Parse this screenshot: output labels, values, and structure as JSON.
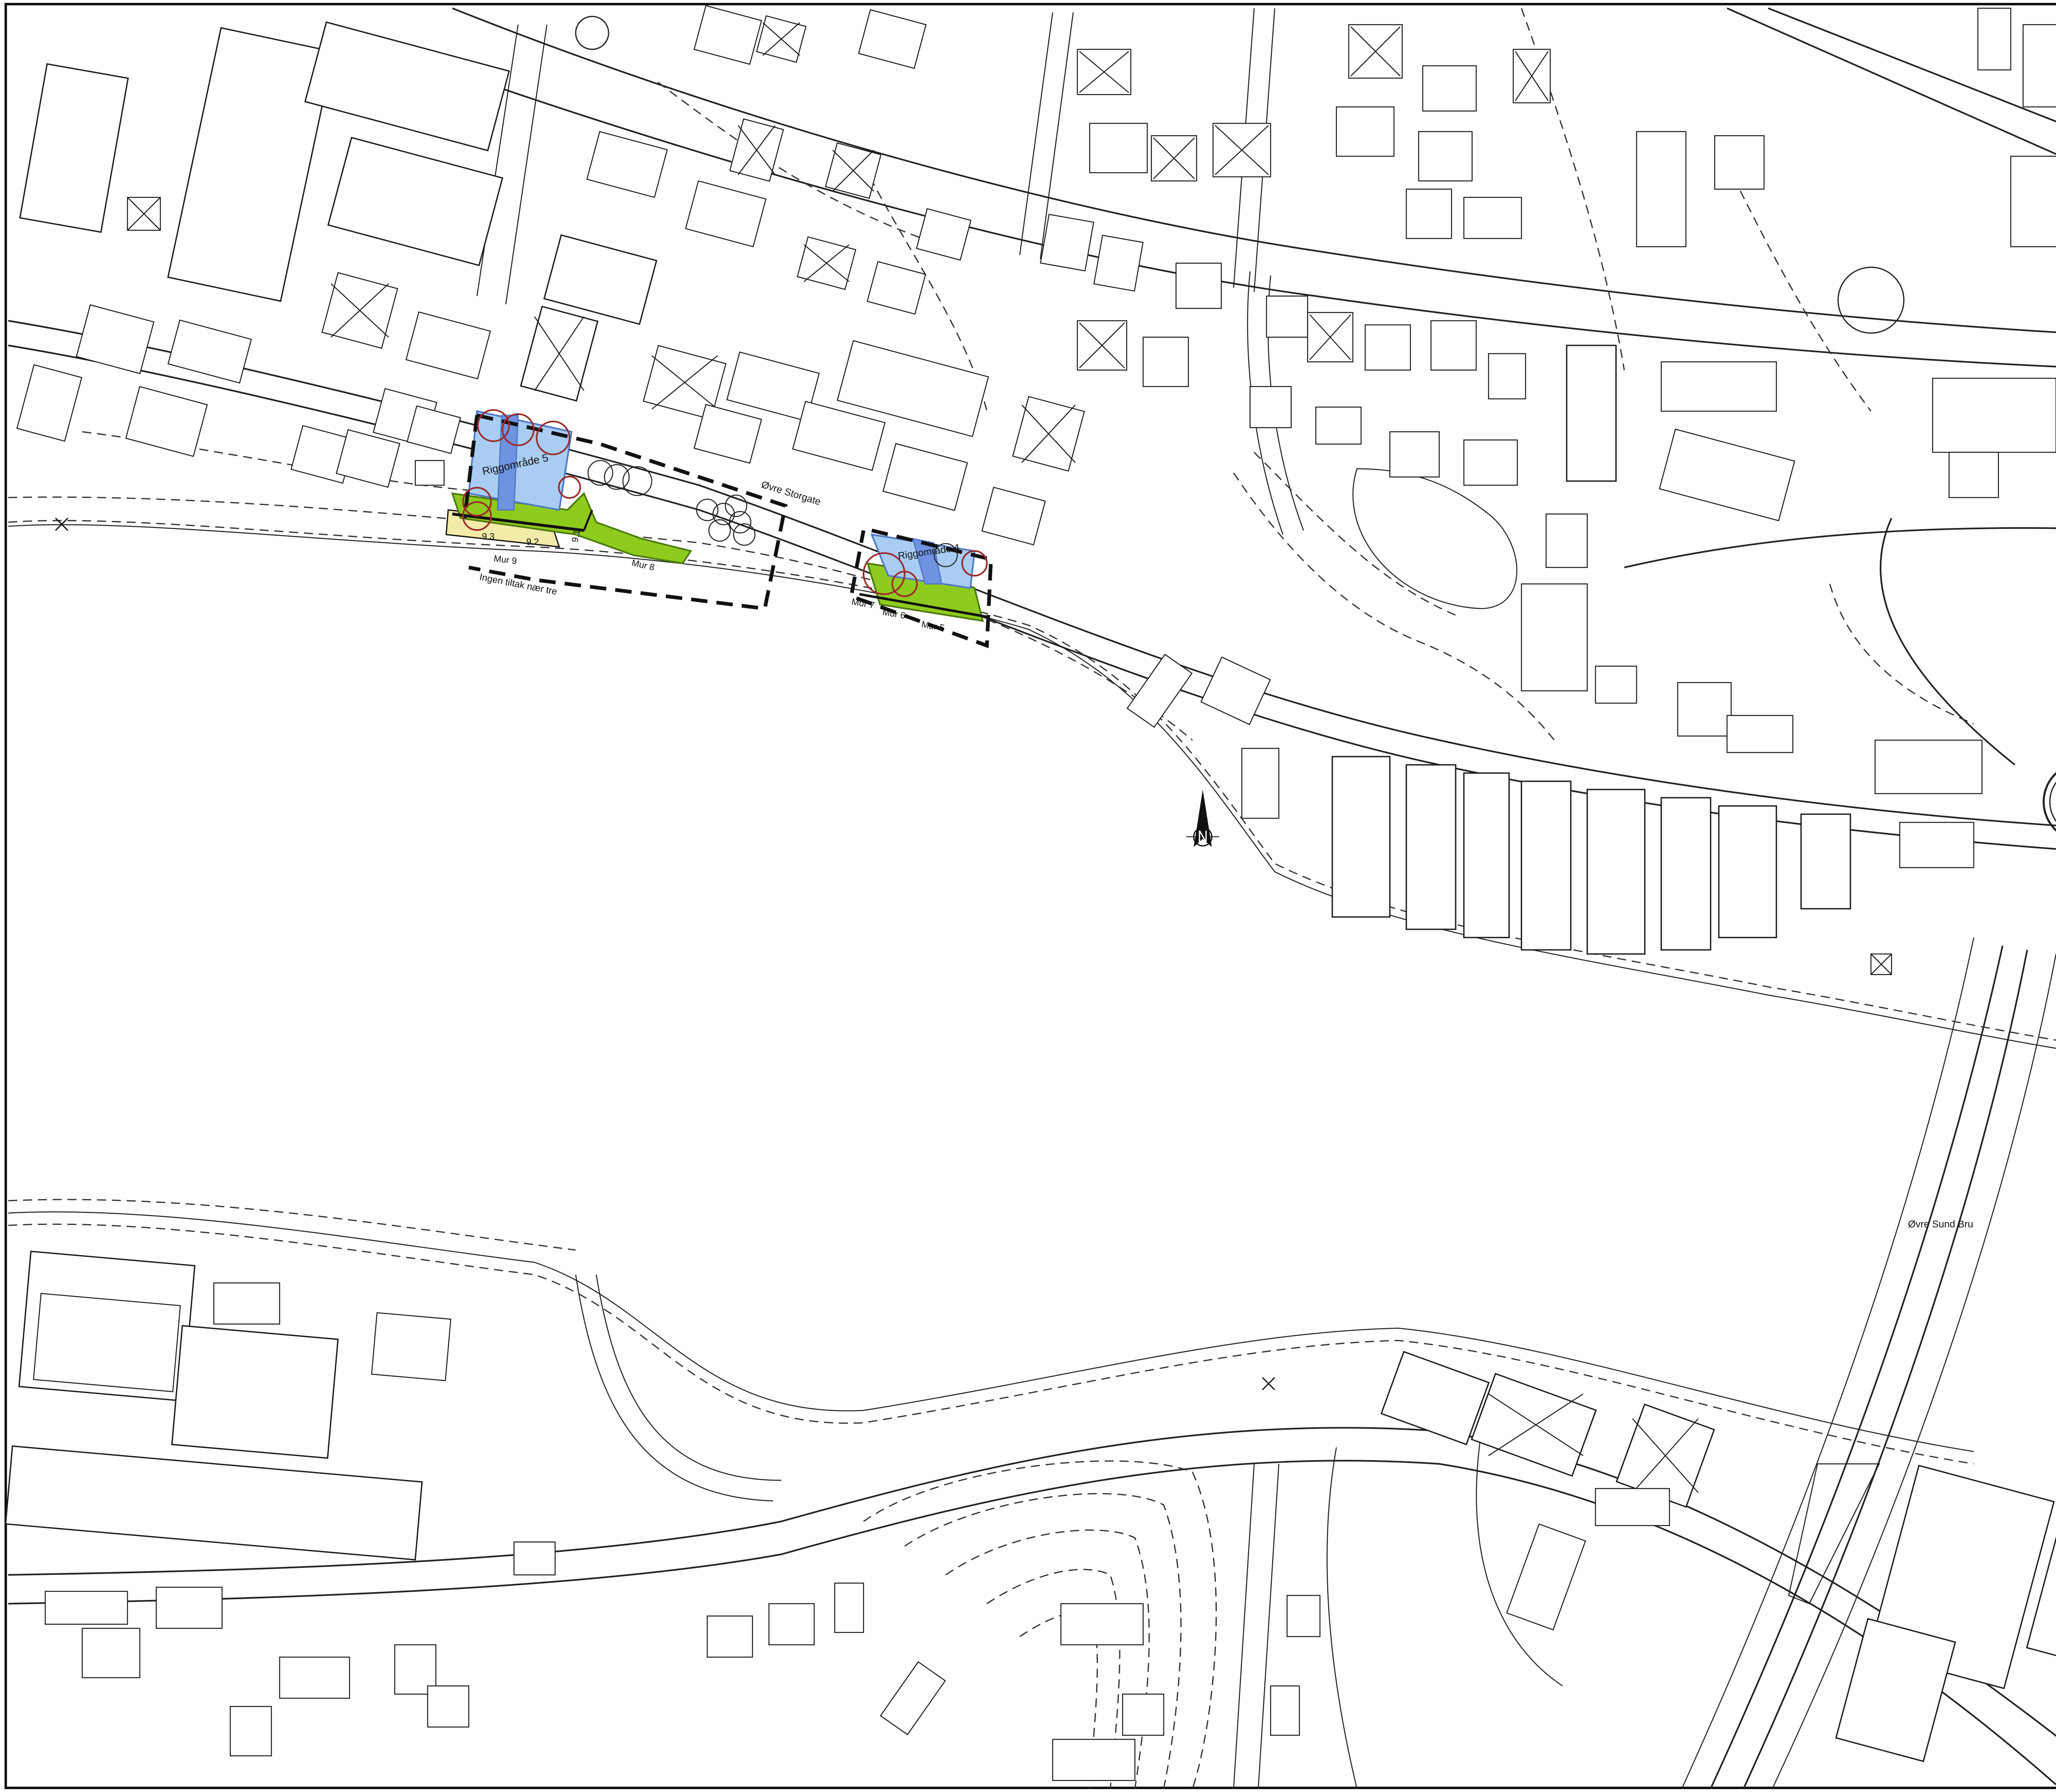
{
  "map": {
    "labels": {
      "riggomrade_5": "Riggområde 5",
      "riggomrade_4": "Riggområde 4",
      "ovre_storgate": "Øvre Storgate",
      "ovre_sund_bru": "Øvre Sund Bru",
      "ingen_tiltak": "Ingen tiltak nær tre",
      "mur_9": "Mur 9",
      "mur_8": "Mur 8",
      "mur_7": "Mur 7",
      "mur_6": "Mur 6",
      "mur_5": "Mur 5",
      "seg_9_3": "9.3",
      "seg_9_2": "9.2",
      "seg_9_1": "9.1"
    },
    "north_arrow": "north-arrow-icon",
    "colors": {
      "rig_area_fill": "#a9cdf2",
      "rig_area_stroke": "#4f78c9",
      "green_zone": "#8fca1e",
      "yellow_zone": "#f3eba8",
      "removed_tree_circle": "#9b2a2a",
      "line_work": "#1a1a1a"
    }
  }
}
